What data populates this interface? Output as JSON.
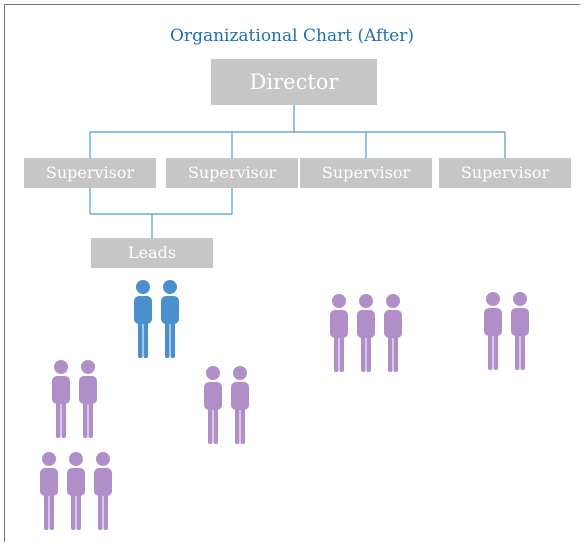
{
  "title": "Organizational Chart (After)",
  "director": {
    "label": "Director"
  },
  "supervisors": [
    {
      "label": "Supervisor"
    },
    {
      "label": "Supervisor"
    },
    {
      "label": "Supervisor"
    },
    {
      "label": "Supervisor"
    }
  ],
  "leads": {
    "label": "Leads"
  },
  "colors": {
    "title": "#1f6fb5",
    "box": "#c6c6c6",
    "box_text": "#ffffff",
    "connector": "#4a9ad4",
    "lead_person": "#4a90cc",
    "staff_person": "#b08fc9"
  },
  "people_groups": [
    {
      "name": "leads-group",
      "count": 2,
      "role": "lead"
    },
    {
      "name": "supervisor-3-team",
      "count": 3,
      "role": "staff"
    },
    {
      "name": "supervisor-4-team",
      "count": 2,
      "role": "staff"
    },
    {
      "name": "supervisor-1-team-a",
      "count": 2,
      "role": "staff"
    },
    {
      "name": "supervisor-2-team",
      "count": 2,
      "role": "staff"
    },
    {
      "name": "supervisor-1-team-b",
      "count": 3,
      "role": "staff"
    }
  ]
}
